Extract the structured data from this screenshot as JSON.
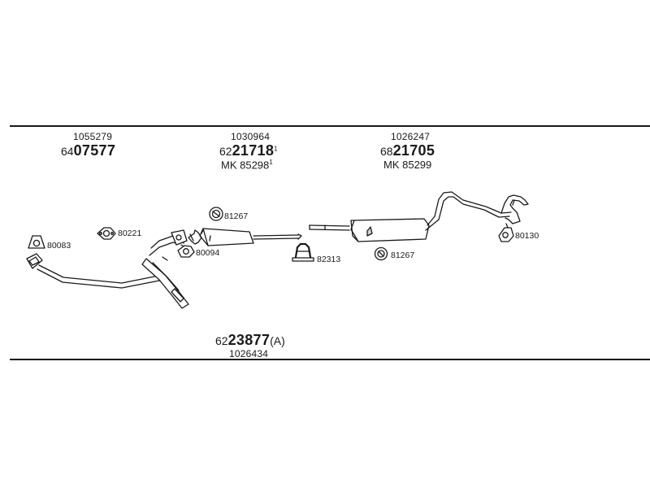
{
  "colors": {
    "ink": "#1a1a1a",
    "fill": "#ffffff",
    "shade": "#cfcfcf"
  },
  "header": {
    "col1": {
      "ref": "1055279",
      "part_prefix": "64",
      "part_bold": "07577"
    },
    "col2": {
      "ref": "1030964",
      "part_prefix": "62",
      "part_bold": "21718",
      "part_sup": "1",
      "mk": "MK 85298",
      "mk_sup": "1"
    },
    "col3": {
      "ref": "1026247",
      "part_prefix": "68",
      "part_bold": "21705",
      "mk": "MK 85299"
    }
  },
  "codes": {
    "gasket_front": "80083",
    "gasket_flange": "80221",
    "gasket_mid": "80094",
    "clamp_front": "81267",
    "clamp_u": "82313",
    "clamp_rear": "81267",
    "hanger_rear": "80130"
  },
  "footer": {
    "part_prefix": "62",
    "part_bold": "23877",
    "part_suffix": "(A)",
    "ref": "1026434"
  }
}
